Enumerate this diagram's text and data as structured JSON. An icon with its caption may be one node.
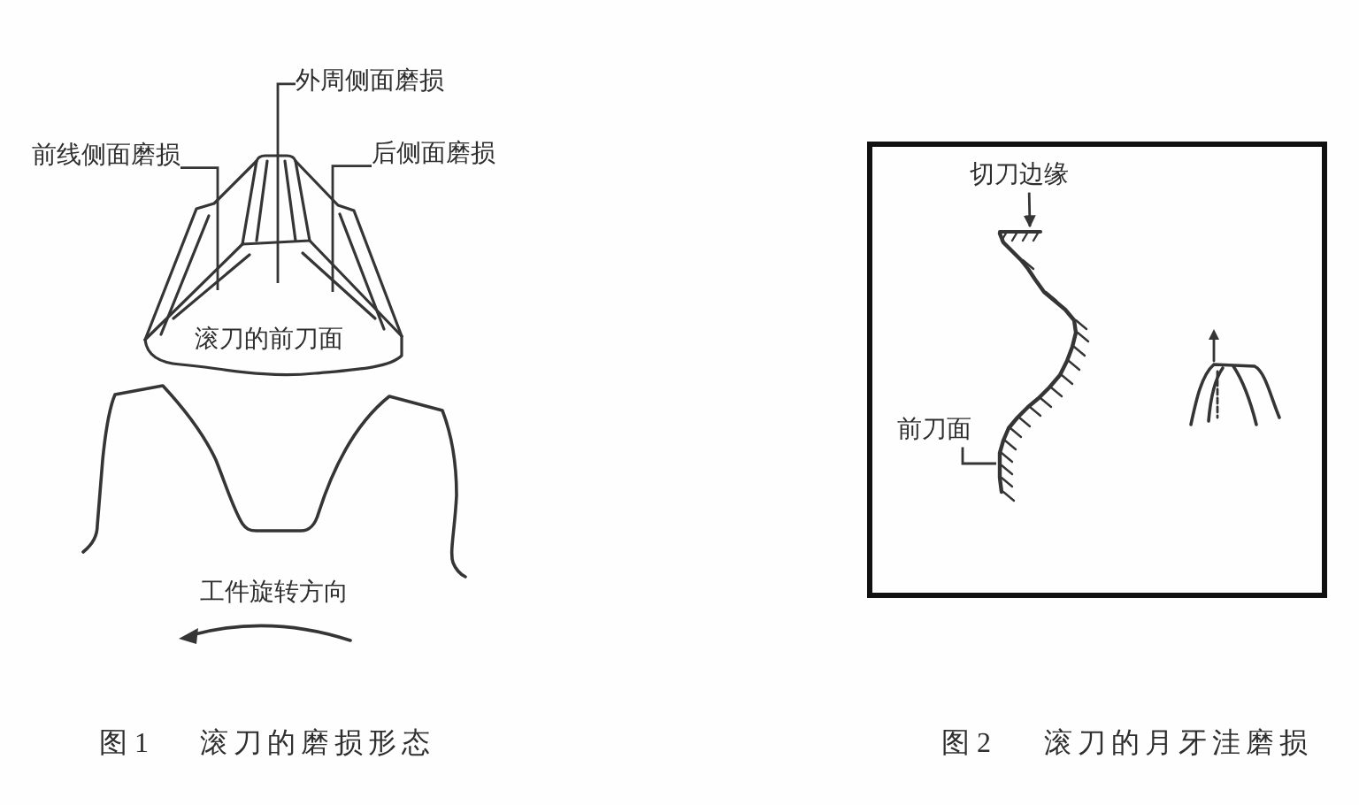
{
  "diagram": {
    "nodes": [
      {
        "text": [
          "外周侧面磨损"
        ]
      },
      {
        "text": [
          "前线侧面磨损"
        ]
      },
      {
        "text": [
          "后侧面磨损"
        ]
      },
      {
        "text": [
          "切刀边缘"
        ]
      },
      {
        "text": [
          "前刀面"
        ]
      }
    ],
    "edges": [
      {
        "from": 0,
        "to": null,
        "arrow": "none"
      },
      {
        "from": 1,
        "to": null,
        "arrow": "none"
      },
      {
        "from": 2,
        "to": null,
        "arrow": "none"
      },
      {
        "from": 3,
        "to": null,
        "arrow": "to"
      },
      {
        "from": 4,
        "to": null,
        "arrow": "none"
      }
    ],
    "labels": [
      "滚刀的前刀面",
      "工件旋转方向",
      "图 1",
      "滚刀的磨损形态",
      "图 2",
      "滚刀的月牙洼磨损"
    ]
  }
}
